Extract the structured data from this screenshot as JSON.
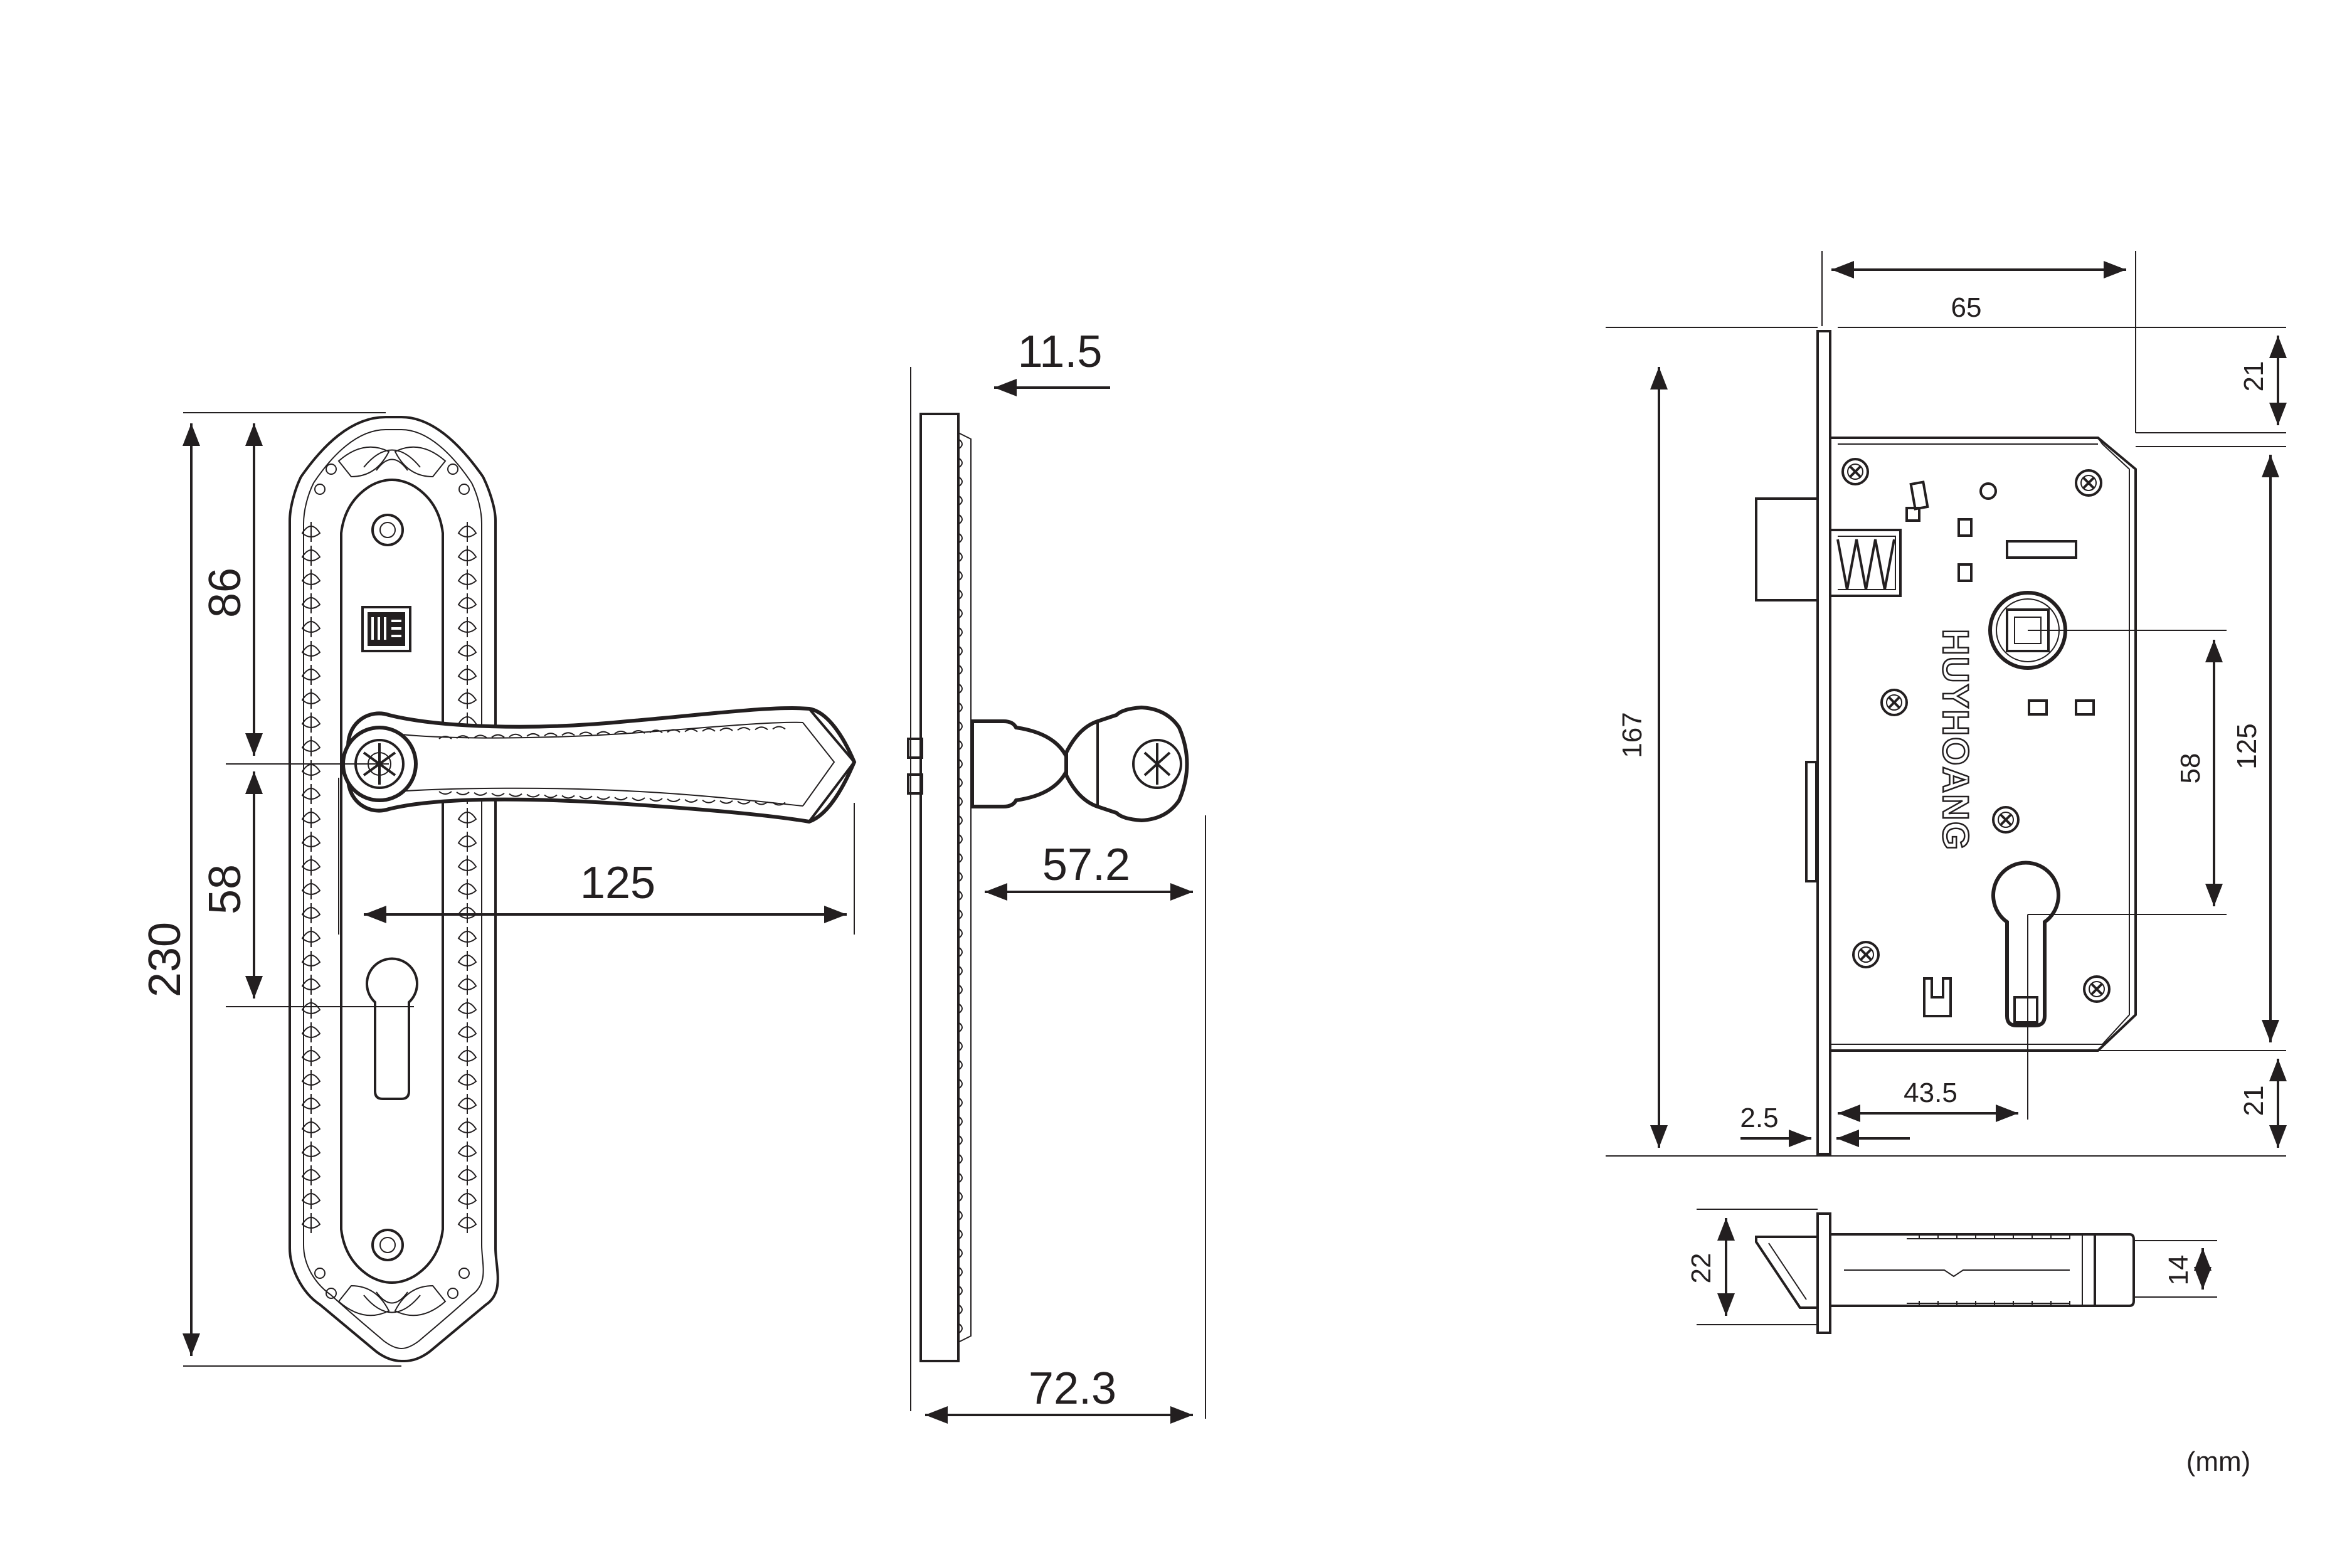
{
  "diagram": {
    "unit_note": "(mm)",
    "brand_text": "HUYHOANG",
    "handle_front_view": {
      "total_height": "230",
      "top_to_lever": "86",
      "lever_to_key": "58",
      "lever_length": "125"
    },
    "handle_side_view": {
      "plate_thickness": "11.5",
      "lever_projection": "57.2",
      "total_projection": "72.3"
    },
    "lock_body": {
      "backset": "65",
      "faceplate_height": "167",
      "top_offset": "21",
      "bottom_offset": "21",
      "case_height": "125",
      "center_distance": "58",
      "lower_backset": "43.5",
      "faceplate_thickness": "2.5"
    },
    "latch_bolt": {
      "latch_height": "22",
      "bolt_height": "14"
    }
  }
}
